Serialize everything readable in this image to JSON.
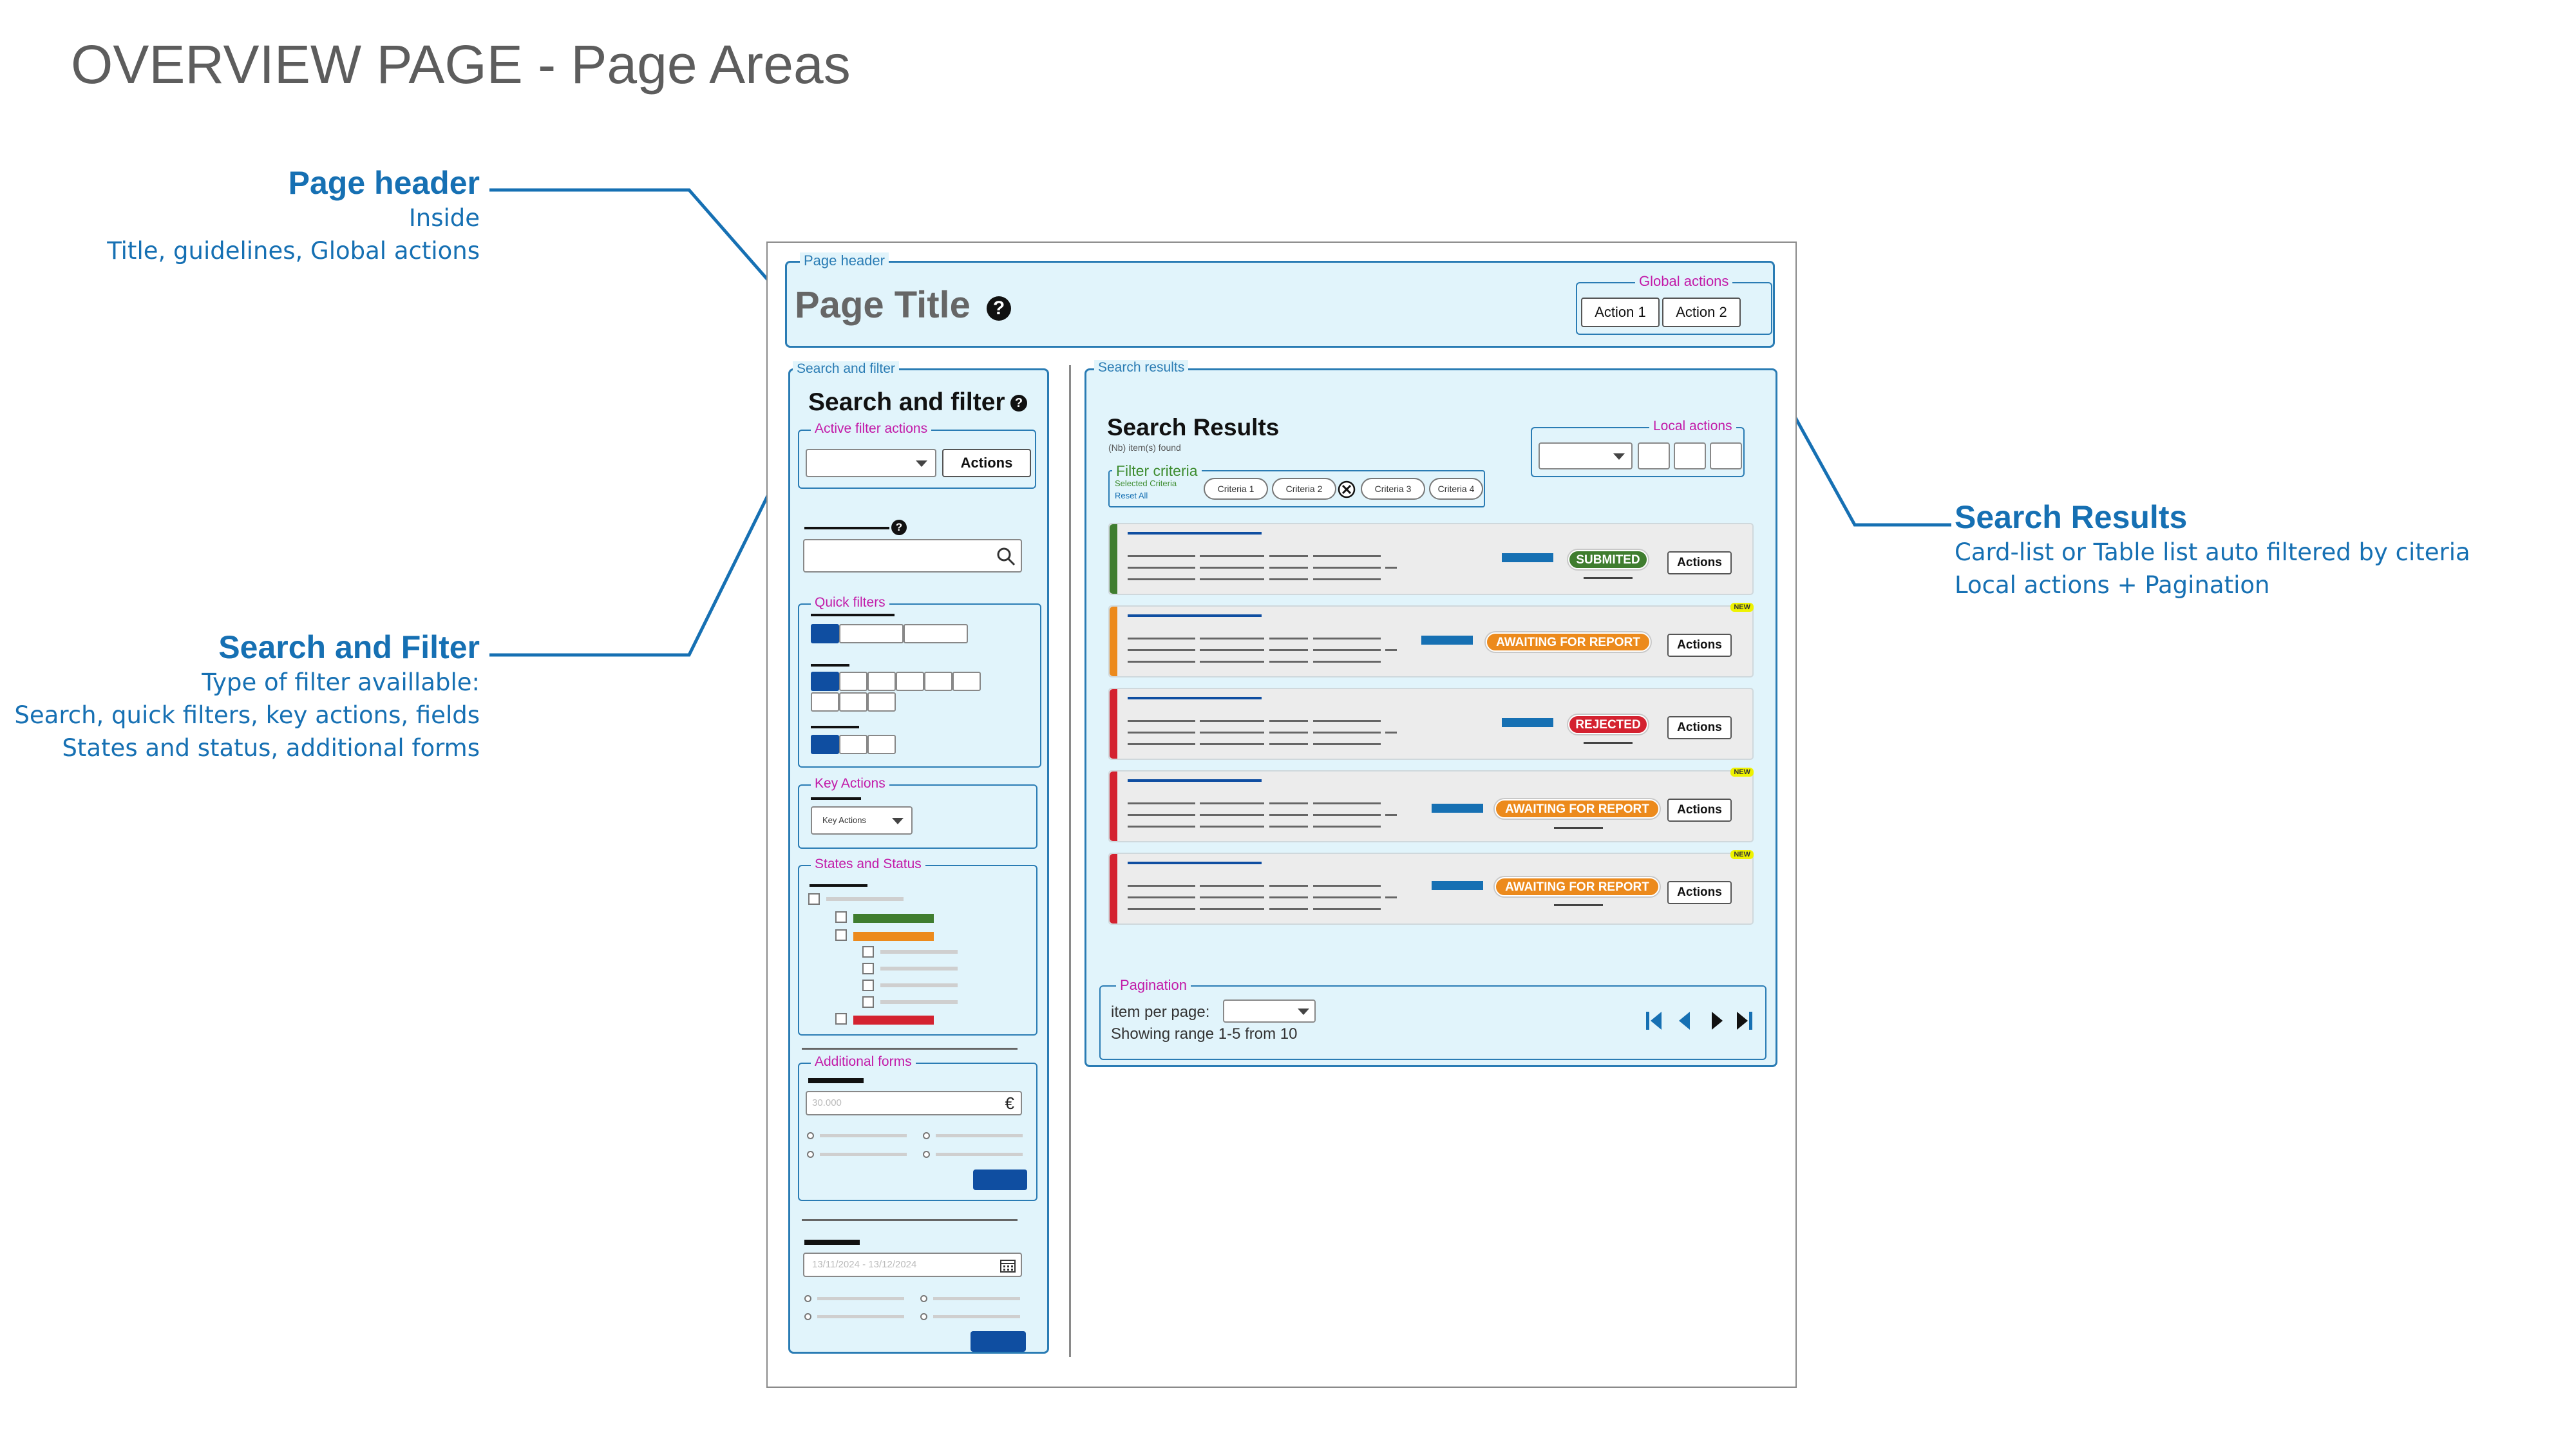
{
  "main_title": "OVERVIEW PAGE - Page Areas",
  "annotations": {
    "page_header": {
      "title": "Page header",
      "lines": [
        "Inside",
        "Title, guidelines, Global actions"
      ]
    },
    "search_filter": {
      "title": "Search and Filter",
      "lines": [
        "Type of filter availlable:",
        "Search, quick filters, key actions, fields",
        "States and status, additional forms"
      ]
    },
    "search_results": {
      "title": "Search Results",
      "lines": [
        "Card-list or Table list auto filtered by citeria",
        "Local actions + Pagination"
      ]
    }
  },
  "mockup": {
    "header": {
      "legend": "Page header",
      "page_title": "Page Title",
      "global_actions_legend": "Global actions",
      "actions": [
        "Action 1",
        "Action 2"
      ]
    },
    "filter": {
      "legend": "Search and filter",
      "title": "Search and filter",
      "active_filter_legend": "Active filter  actions",
      "actions_button": "Actions",
      "quick_filters_legend": "Quick filters",
      "key_actions_legend": "Key Actions",
      "key_actions_select": "Key Actions",
      "states_legend": "States and Status",
      "additional_forms_legend": "Additional forms",
      "amount_placeholder": "30.000",
      "currency": "€",
      "date_placeholder": "13/11/2024 - 13/12/2024"
    },
    "results": {
      "legend": "Search results",
      "title": "Search Results",
      "count_text": "(Nb) item(s) found",
      "local_actions_legend": "Local actions",
      "filter_criteria": {
        "label": "Filter criteria",
        "selected": "Selected Criteria",
        "reset": "Reset All",
        "chips": [
          "Criteria 1",
          "Criteria 2",
          "Criteria 3",
          "Criteria 4"
        ]
      },
      "cards": [
        {
          "status": "SUBMITED",
          "color": "#3f7d2f",
          "is_new": false,
          "actions": "Actions"
        },
        {
          "status": "AWAITING FOR REPORT",
          "color": "#ec8a1c",
          "is_new": true,
          "actions": "Actions"
        },
        {
          "status": "REJECTED",
          "color": "#d42230",
          "is_new": false,
          "actions": "Actions"
        },
        {
          "status": "AWAITING FOR REPORT",
          "color": "#ec8a1c",
          "is_new": true,
          "actions": "Actions"
        },
        {
          "status": "AWAITING FOR REPORT",
          "color": "#ec8a1c",
          "is_new": true,
          "actions": "Actions"
        }
      ],
      "new_label": "NEW",
      "pagination": {
        "legend": "Pagination",
        "per_page_label": "item per page:",
        "range_text": "Showing range 1-5 from 10"
      }
    }
  },
  "colors": {
    "accent_blue": "#1670b3",
    "panel_bg": "#e1f4fb",
    "legend_magenta": "#c21aa8",
    "primary_button": "#0f4ea1",
    "status_green": "#3f7d2f",
    "status_orange": "#ec8a1c",
    "status_red": "#d42230"
  }
}
